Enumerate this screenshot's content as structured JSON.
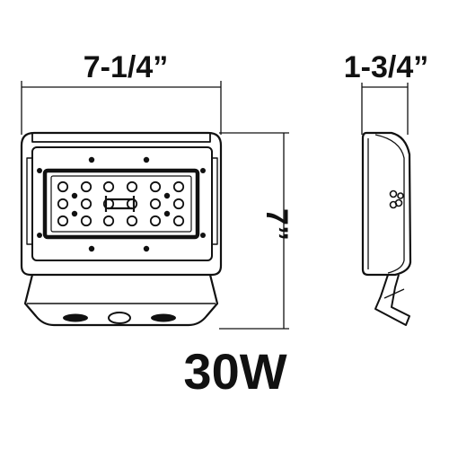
{
  "dimensions": {
    "width_label": "7-1/4”",
    "depth_label": "1-3/4”",
    "height_label": "7”"
  },
  "wattage_label": "30W",
  "colors": {
    "line": "#111111",
    "fill": "#ffffff"
  }
}
